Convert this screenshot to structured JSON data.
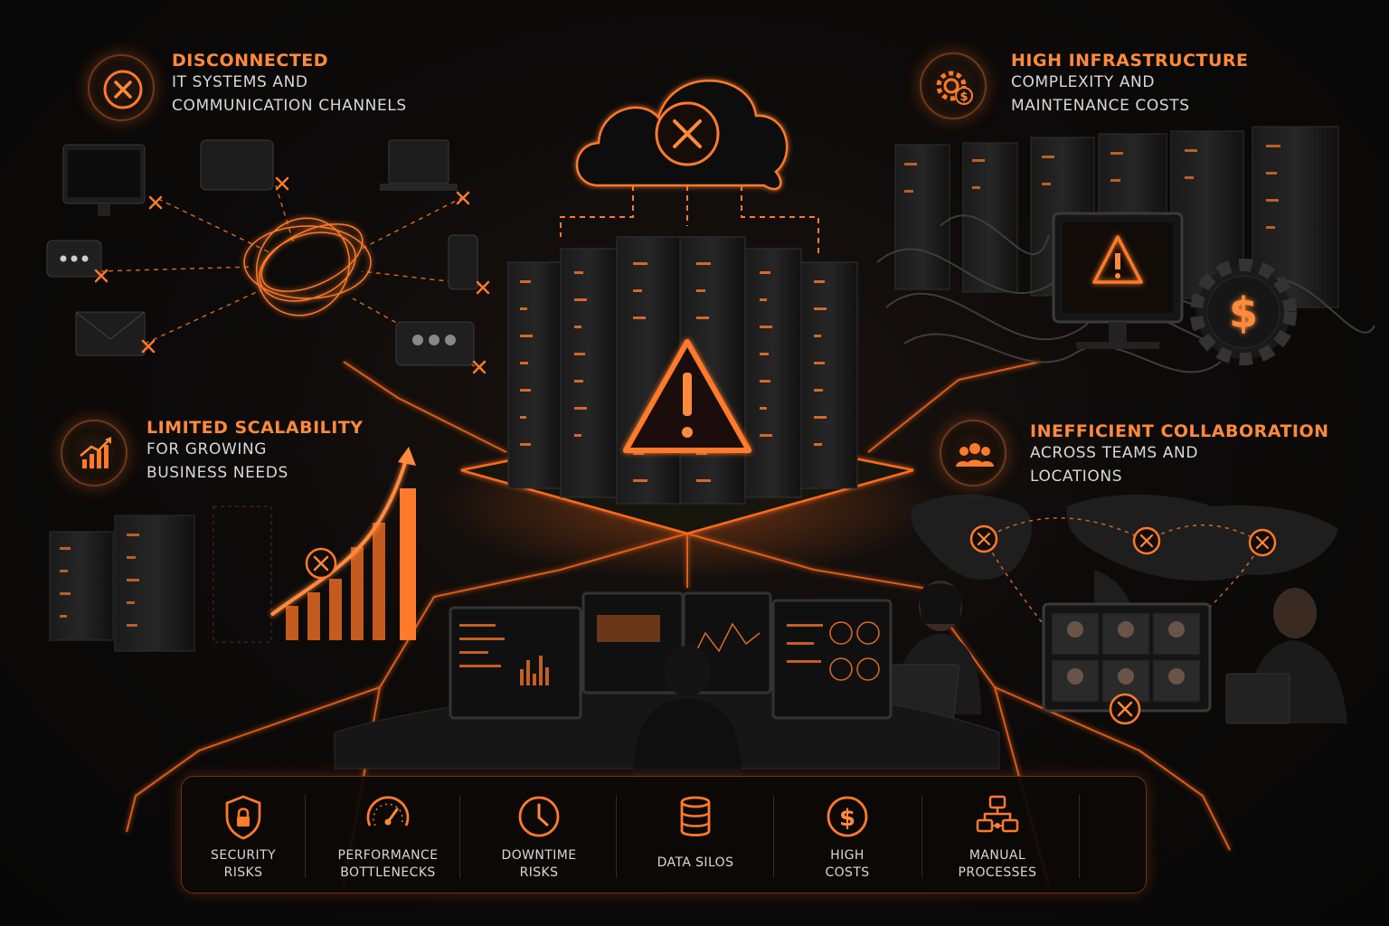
{
  "colors": {
    "accent": "#ff7a2a",
    "accent_dim": "#7a3a16",
    "background": "#0b0b0b",
    "text": "#d8d8d8"
  },
  "callouts": {
    "disconnected": {
      "icon": "x-circle-icon",
      "title": "DISCONNECTED",
      "line1": "IT SYSTEMS AND",
      "line2": "COMMUNICATION CHANNELS"
    },
    "infrastructure": {
      "icon": "gear-dollar-icon",
      "title": "HIGH INFRASTRUCTURE",
      "line1": "COMPLEXITY AND",
      "line2": "MAINTENANCE COSTS"
    },
    "scalability": {
      "icon": "growth-chart-icon",
      "title": "LIMITED SCALABILITY",
      "line1": "FOR GROWING",
      "line2": "BUSINESS NEEDS"
    },
    "collaboration": {
      "icon": "team-icon",
      "title": "INEFFICIENT COLLABORATION",
      "line1": "ACROSS TEAMS AND",
      "line2": "LOCATIONS"
    }
  },
  "bottom_risks": [
    {
      "icon": "shield-lock-icon",
      "line1": "SECURITY",
      "line2": "RISKS"
    },
    {
      "icon": "speedometer-icon",
      "line1": "PERFORMANCE",
      "line2": "BOTTLENECKS"
    },
    {
      "icon": "clock-icon",
      "line1": "DOWNTIME",
      "line2": "RISKS"
    },
    {
      "icon": "database-icon",
      "line1": "DATA SILOS",
      "line2": ""
    },
    {
      "icon": "dollar-coin-icon",
      "line1": "HIGH",
      "line2": "COSTS"
    },
    {
      "icon": "flowchart-icon",
      "line1": "MANUAL",
      "line2": "PROCESSES"
    }
  ]
}
